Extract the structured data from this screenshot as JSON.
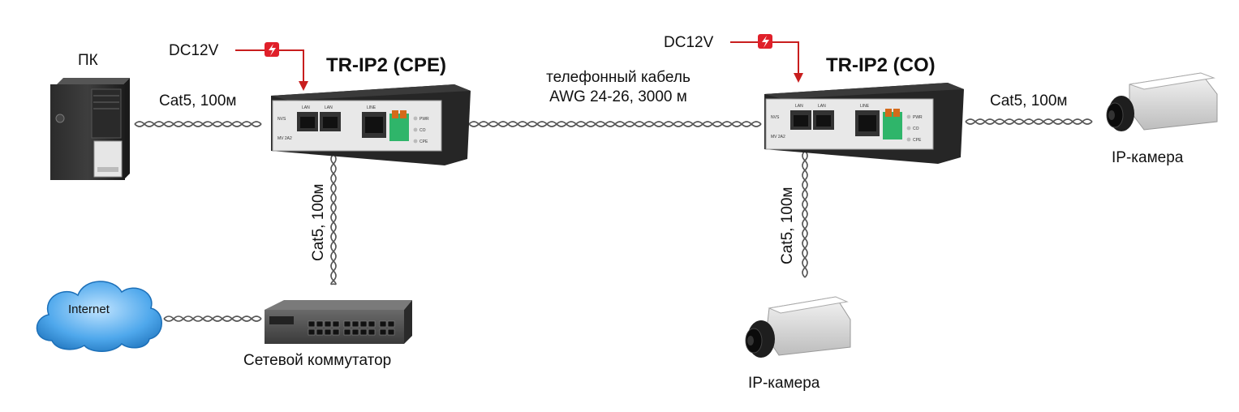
{
  "pc": {
    "label": "ПК"
  },
  "power": {
    "left": {
      "label": "DC12V"
    },
    "right": {
      "label": "DC12V"
    }
  },
  "devices": {
    "cpe": {
      "title": "TR-IP2 (CPE)",
      "port_labels": [
        "LAN",
        "LAN",
        "LINE"
      ],
      "led_labels": [
        "PWR",
        "CO",
        "CPE"
      ],
      "model": "MV 2A2"
    },
    "co": {
      "title": "TR-IP2 (CO)",
      "port_labels": [
        "LAN",
        "LAN",
        "LINE"
      ],
      "led_labels": [
        "PWR",
        "CO",
        "CPE"
      ],
      "model": "MV 2A2"
    }
  },
  "links": {
    "pc_cpe": {
      "label": "Cat5, 100м"
    },
    "cpe_switch": {
      "label": "Cat5, 100м"
    },
    "trunk": {
      "line1": "телефонный кабель",
      "line2": "AWG 24-26, 3000 м"
    },
    "co_camera_right": {
      "label": "Cat5, 100м"
    },
    "co_camera_bottom": {
      "label": "Cat5, 100м"
    }
  },
  "internet": {
    "label": "Internet"
  },
  "switch": {
    "label": "Сетевой коммутатор"
  },
  "cameras": {
    "right": {
      "label": "IP-камера"
    },
    "bottom": {
      "label": "IP-камера"
    }
  },
  "colors": {
    "device_body": "#262626",
    "device_face": "#e8e8e8",
    "power_icon": "#e0202a",
    "cable": "#555555",
    "cloud": "#2f8fd8",
    "terminal": "#2fb56a"
  }
}
